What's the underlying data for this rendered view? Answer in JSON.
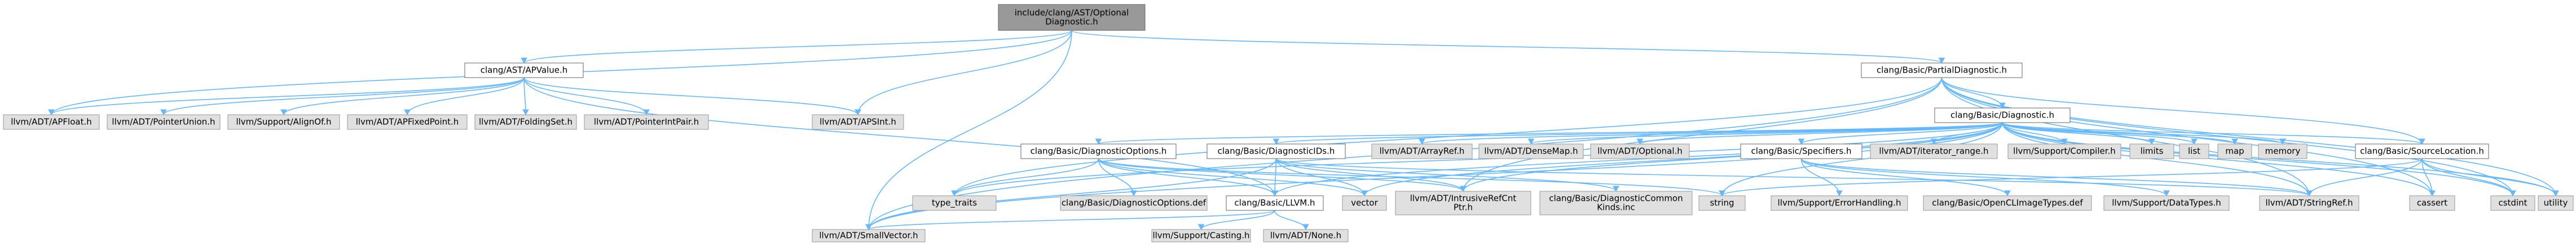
{
  "colors": {
    "edge": "#63b8ff",
    "root_fill": "#999999",
    "linked_fill": "#ffffff",
    "external_fill": "#e0e0e0",
    "border": "#666666"
  },
  "nodes": {
    "root": {
      "lines": [
        "include/clang/AST/Optional",
        "Diagnostic.h"
      ]
    },
    "apvalue": {
      "lines": [
        "clang/AST/APValue.h"
      ]
    },
    "pdiag": {
      "lines": [
        "clang/Basic/PartialDiagnostic.h"
      ]
    },
    "apfloat": {
      "lines": [
        "llvm/ADT/APFloat.h"
      ]
    },
    "ptrunion": {
      "lines": [
        "llvm/ADT/PointerUnion.h"
      ]
    },
    "alignof": {
      "lines": [
        "llvm/Support/AlignOf.h"
      ]
    },
    "apfixed": {
      "lines": [
        "llvm/ADT/APFixedPoint.h"
      ]
    },
    "foldset": {
      "lines": [
        "llvm/ADT/FoldingSet.h"
      ]
    },
    "ptrint": {
      "lines": [
        "llvm/ADT/PointerIntPair.h"
      ]
    },
    "apsint": {
      "lines": [
        "llvm/ADT/APSInt.h"
      ]
    },
    "diag": {
      "lines": [
        "clang/Basic/Diagnostic.h"
      ]
    },
    "diagopts": {
      "lines": [
        "clang/Basic/DiagnosticOptions.h"
      ]
    },
    "diagids": {
      "lines": [
        "clang/Basic/DiagnosticIDs.h"
      ]
    },
    "arrayref": {
      "lines": [
        "llvm/ADT/ArrayRef.h"
      ]
    },
    "densemap": {
      "lines": [
        "llvm/ADT/DenseMap.h"
      ]
    },
    "optional": {
      "lines": [
        "llvm/ADT/Optional.h"
      ]
    },
    "specifiers": {
      "lines": [
        "clang/Basic/Specifiers.h"
      ]
    },
    "iterrange": {
      "lines": [
        "llvm/ADT/iterator_range.h"
      ]
    },
    "compiler": {
      "lines": [
        "llvm/Support/Compiler.h"
      ]
    },
    "limits": {
      "lines": [
        "limits"
      ]
    },
    "list": {
      "lines": [
        "list"
      ]
    },
    "map": {
      "lines": [
        "map"
      ]
    },
    "memory": {
      "lines": [
        "memory"
      ]
    },
    "srcloc": {
      "lines": [
        "clang/Basic/SourceLocation.h"
      ]
    },
    "typetraits": {
      "lines": [
        "type_traits"
      ]
    },
    "diagoptsdef": {
      "lines": [
        "clang/Basic/DiagnosticOptions.def"
      ]
    },
    "llvmh": {
      "lines": [
        "clang/Basic/LLVM.h"
      ]
    },
    "vector": {
      "lines": [
        "vector"
      ]
    },
    "intrusive": {
      "lines": [
        "llvm/ADT/IntrusiveRefCnt",
        "Ptr.h"
      ]
    },
    "diagcommon": {
      "lines": [
        "clang/Basic/DiagnosticCommon",
        "Kinds.inc"
      ]
    },
    "string": {
      "lines": [
        "string"
      ]
    },
    "errhandling": {
      "lines": [
        "llvm/Support/ErrorHandling.h"
      ]
    },
    "openclimg": {
      "lines": [
        "clang/Basic/OpenCLImageTypes.def"
      ]
    },
    "datatypes": {
      "lines": [
        "llvm/Support/DataTypes.h"
      ]
    },
    "stringref": {
      "lines": [
        "llvm/ADT/StringRef.h"
      ]
    },
    "cassert": {
      "lines": [
        "cassert"
      ]
    },
    "cstdint": {
      "lines": [
        "cstdint"
      ]
    },
    "utility": {
      "lines": [
        "utility"
      ]
    },
    "smallvec": {
      "lines": [
        "llvm/ADT/SmallVector.h"
      ]
    },
    "casting": {
      "lines": [
        "llvm/Support/Casting.h"
      ]
    },
    "none": {
      "lines": [
        "llvm/ADT/None.h"
      ]
    }
  }
}
